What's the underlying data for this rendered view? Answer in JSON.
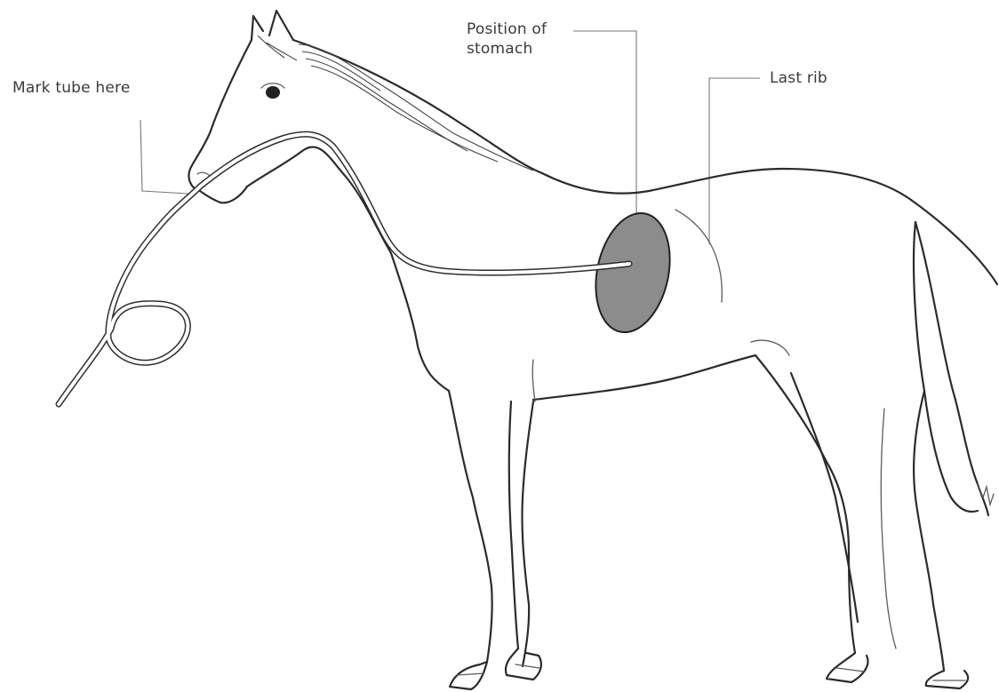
{
  "labels": {
    "tube": "Mark tube here",
    "stomach": "Position of\nstomach",
    "last_rib": "Last rib"
  },
  "colors": {
    "stomach_fill": "#8c8c8c",
    "outline": "#2b2b2b",
    "background": "#ffffff"
  }
}
